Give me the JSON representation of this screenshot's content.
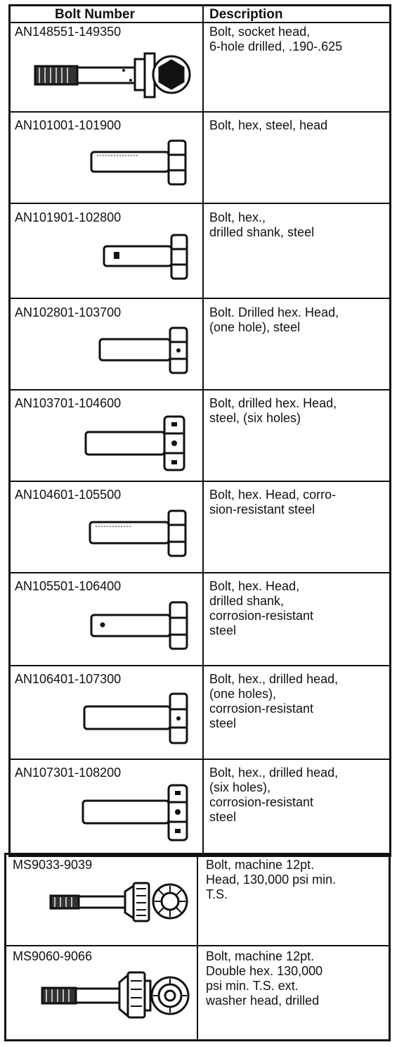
{
  "header": {
    "bolt_number": "Bolt Number",
    "description": "Description"
  },
  "rows": [
    {
      "number": "AN148551-149350",
      "description": "Bolt, socket head,\n6-hole drilled, .190-.625",
      "icon": "socket-head-bolt-icon"
    },
    {
      "number": "AN101001-101900",
      "description": "Bolt, hex, steel, head",
      "icon": "hex-head-bolt-icon"
    },
    {
      "number": "AN101901-102800",
      "description": "Bolt, hex.,\ndrilled shank, steel",
      "icon": "drilled-shank-hex-bolt-icon"
    },
    {
      "number": "AN102801-103700",
      "description": "Bolt. Drilled hex. Head,\n(one hole), steel",
      "icon": "drilled-head-hex-bolt-icon"
    },
    {
      "number": "AN103701-104600",
      "description": "Bolt, drilled hex. Head,\nsteel, (six holes)",
      "icon": "six-hole-drilled-head-bolt-icon"
    },
    {
      "number": "AN104601-105500",
      "description": "Bolt, hex. Head, corro-\nsion-resistant steel",
      "icon": "hex-head-bolt-icon"
    },
    {
      "number": "AN105501-106400",
      "description": "Bolt, hex. Head,\ndrilled shank,\ncorrosion-resistant\nsteel",
      "icon": "drilled-shank-hex-bolt-icon"
    },
    {
      "number": "AN106401-107300",
      "description": "Bolt, hex., drilled head,\n(one holes),\ncorrosion-resistant\nsteel",
      "icon": "drilled-head-hex-bolt-icon"
    },
    {
      "number": "AN107301-108200",
      "description": "Bolt, hex., drilled head,\n(six holes),\ncorrosion-resistant\nsteel",
      "icon": "six-hole-drilled-head-bolt-icon"
    },
    {
      "number": "MS9033-9039",
      "description": "Bolt, machine 12pt.\nHead, 130,000 psi min.\nT.S.",
      "icon": "twelve-point-machine-bolt-icon"
    },
    {
      "number": "MS9060-9066",
      "description": "Bolt, machine 12pt.\nDouble hex. 130,000\npsi min. T.S. ext.\nwasher head, drilled",
      "icon": "twelve-point-washer-head-bolt-icon"
    }
  ]
}
